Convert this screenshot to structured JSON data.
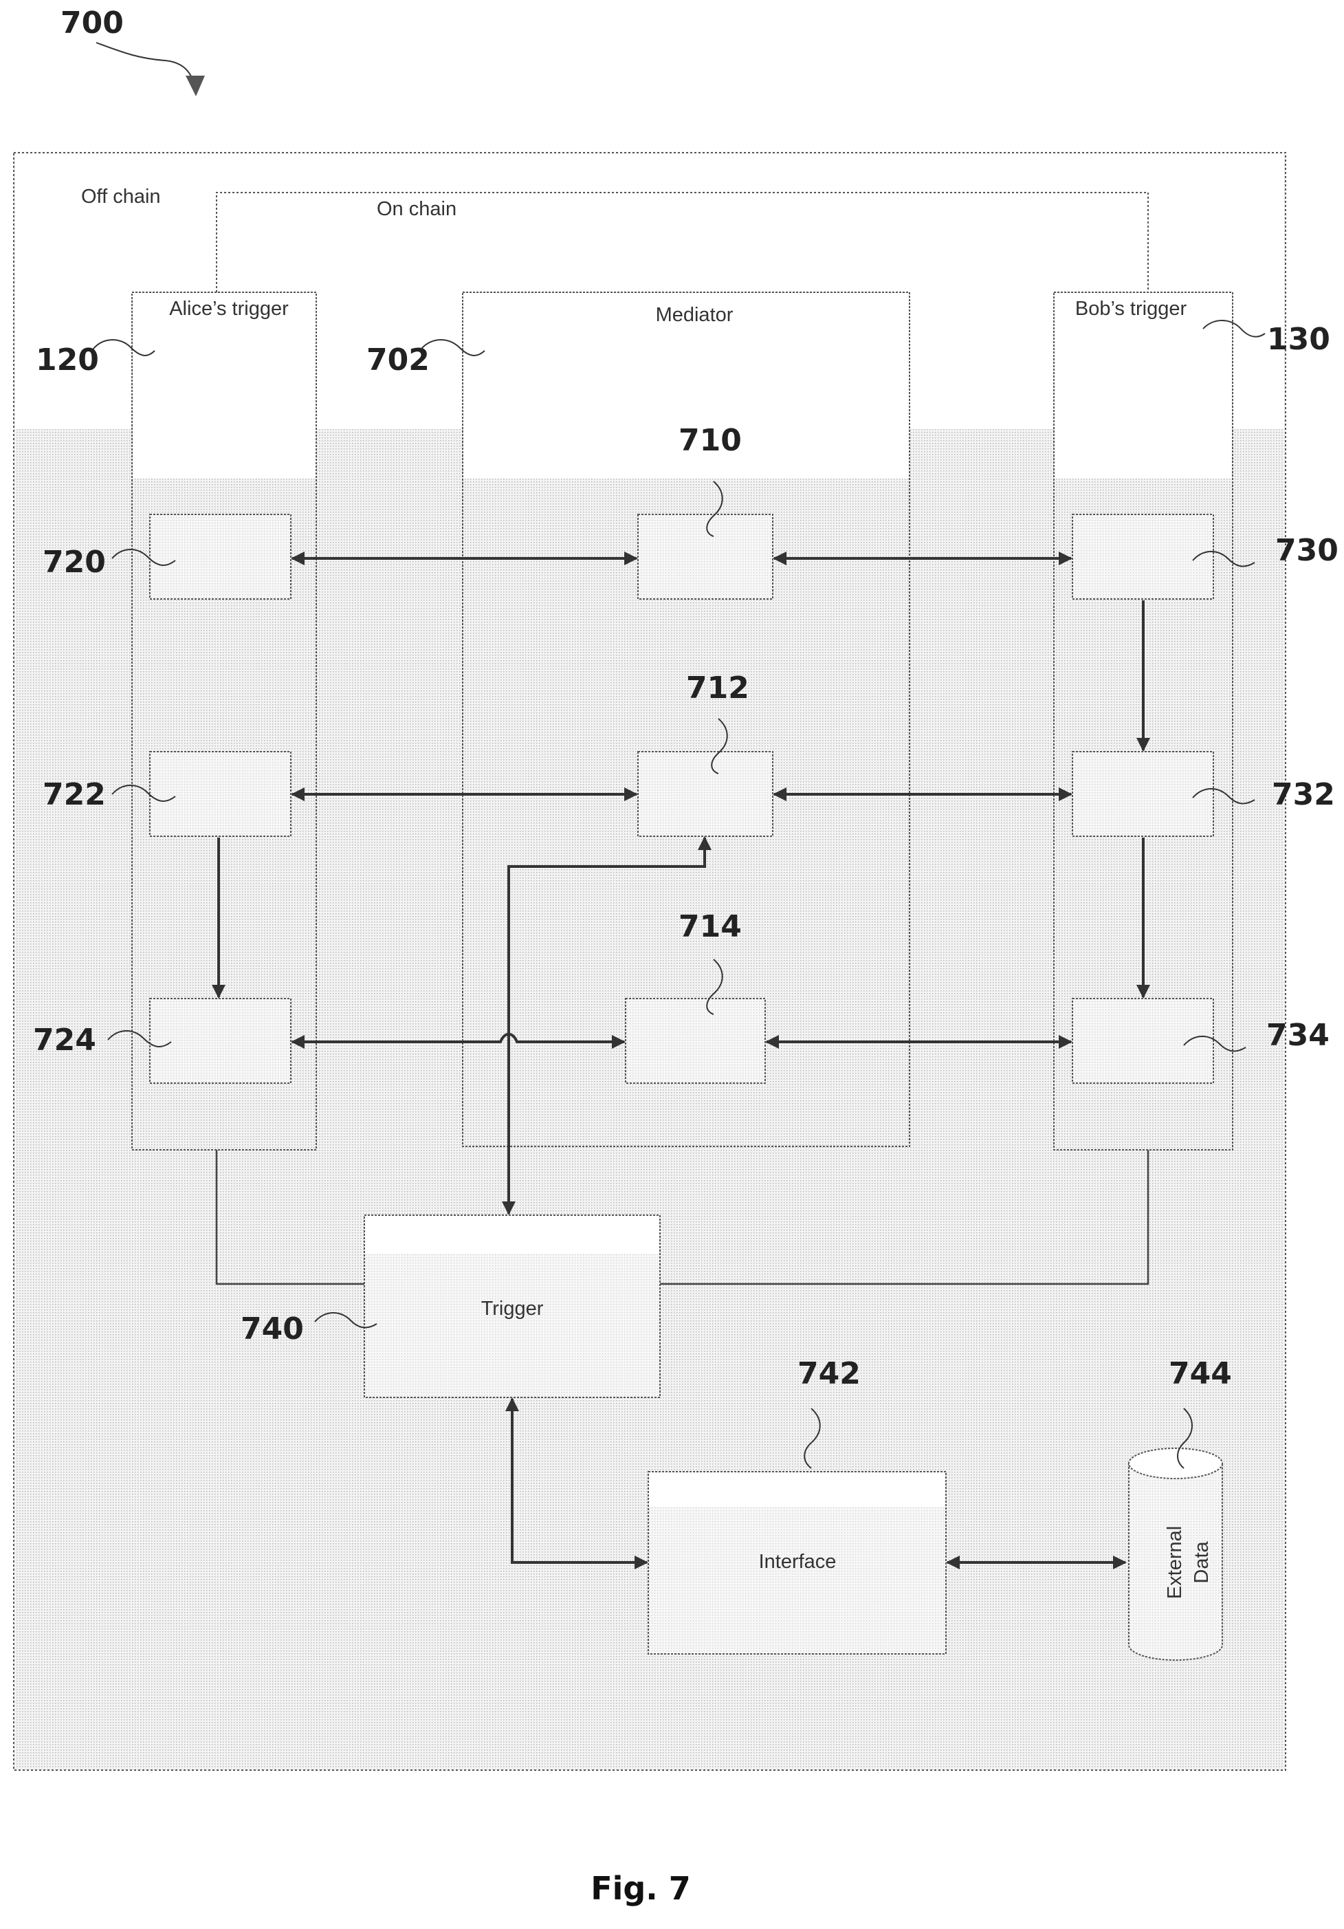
{
  "diagram": {
    "ref_number": "700",
    "figure_caption": "Fig. 7",
    "regions": {
      "off_chain": "Off chain",
      "on_chain": "On chain"
    },
    "columns": {
      "alice": {
        "ref": "120",
        "title": "Alice’s trigger"
      },
      "mediator": {
        "ref": "702",
        "title": "Mediator"
      },
      "bob": {
        "ref": "130",
        "title": "Bob’s trigger"
      }
    },
    "blocks": {
      "m710": {
        "ref": "710"
      },
      "m712": {
        "ref": "712"
      },
      "m714": {
        "ref": "714"
      },
      "a720": {
        "ref": "720"
      },
      "a722": {
        "ref": "722"
      },
      "a724": {
        "ref": "724"
      },
      "b730": {
        "ref": "730"
      },
      "b732": {
        "ref": "732"
      },
      "b734": {
        "ref": "734"
      }
    },
    "trigger": {
      "ref": "740",
      "label": "Trigger"
    },
    "interface": {
      "ref": "742",
      "label": "Interface"
    },
    "external": {
      "ref": "744",
      "label_line1": "External",
      "label_line2": "Data"
    }
  }
}
